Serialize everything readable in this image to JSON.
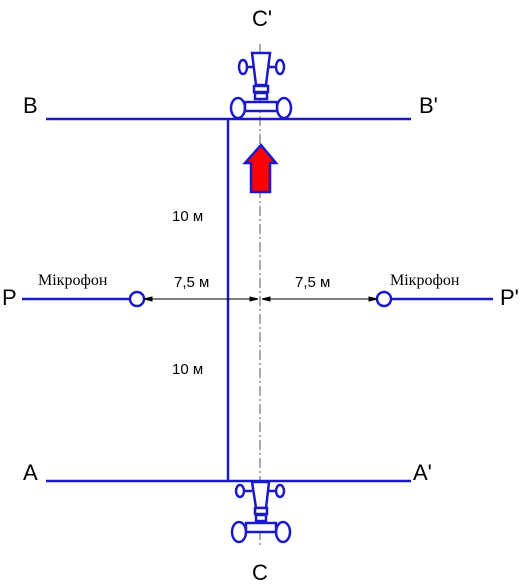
{
  "labels": {
    "c_prime": "C'",
    "c": "C",
    "b": "B",
    "b_prime": "B'",
    "a": "A",
    "a_prime": "A'",
    "p": "P",
    "p_prime": "P'"
  },
  "measurements": {
    "upper_distance": "10 м",
    "lower_distance": "10 м",
    "left_offset": "7,5 м",
    "right_offset": "7,5 м"
  },
  "microphones": {
    "left_label": "Мікрофон",
    "right_label": "Мікрофон"
  },
  "colors": {
    "line": "#1a1ac8",
    "arrow_fill": "#ff0000",
    "arrow_stroke": "#1a1ac8",
    "text": "#000000",
    "centerline": "#555555"
  }
}
